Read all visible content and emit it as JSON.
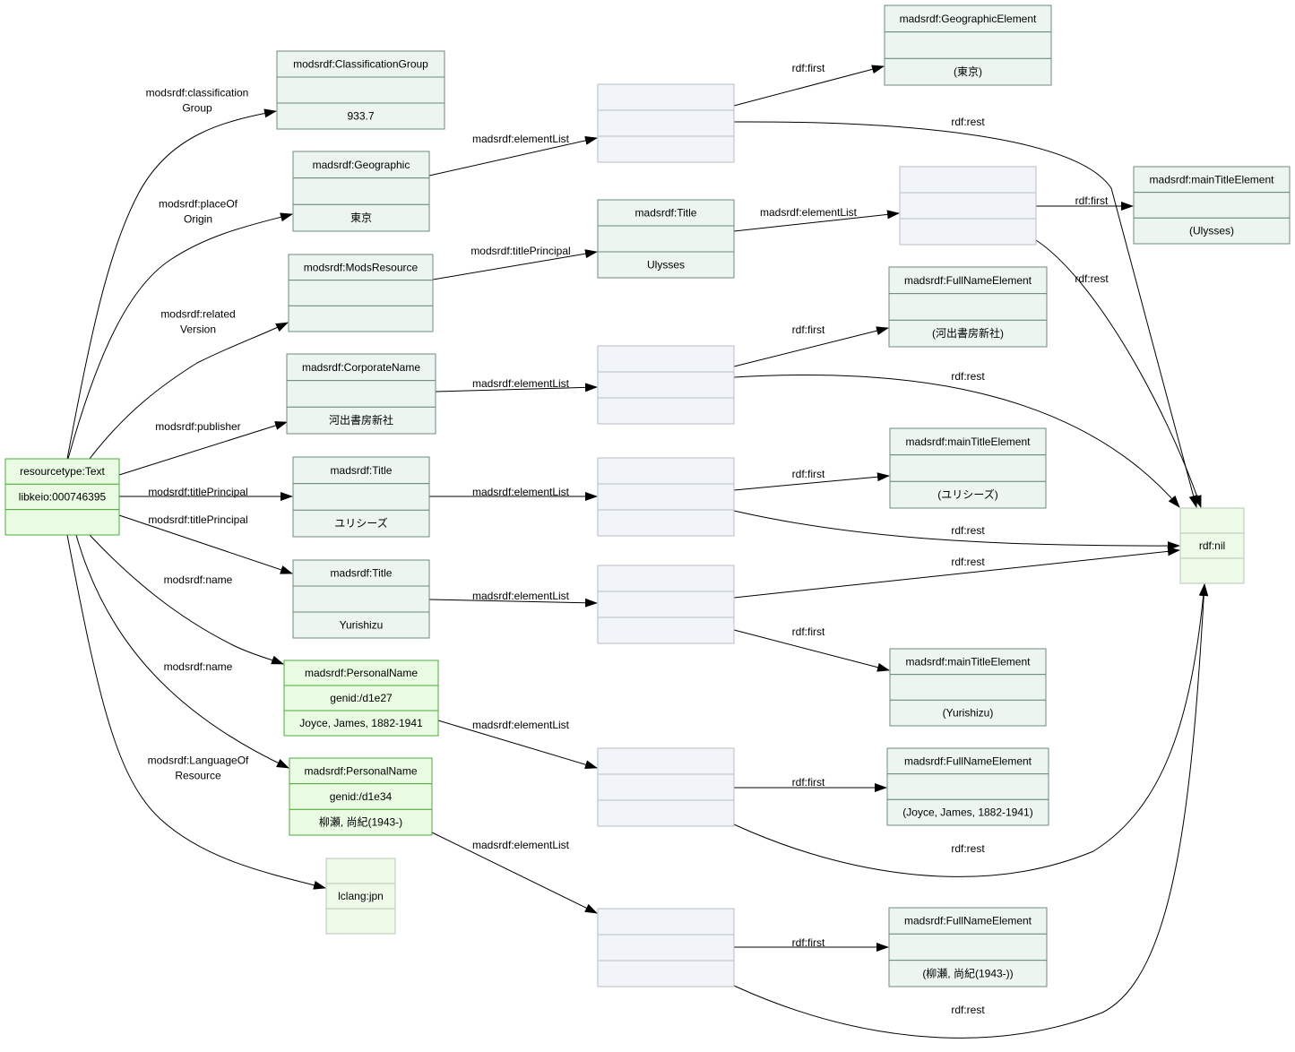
{
  "theme": {
    "green_fill": "#e9fbe2",
    "green_stroke": "#4eaa3c",
    "teal_fill": "#edf5f0",
    "teal_stroke": "#6d8b7c",
    "gray_fill": "#f1f5f9",
    "gray_stroke": "#b8bdc3",
    "pale_green_fill": "#eefbe9",
    "pale_green_stroke": "#b8c6b8",
    "edge_color": "#000000"
  },
  "nodes": [
    {
      "id": "root",
      "style": "green",
      "cells": [
        "resourcetype:Text",
        "libkeio:000746395",
        ""
      ]
    },
    {
      "id": "classgroup",
      "style": "teal",
      "cells": [
        "modsrdf:ClassificationGroup",
        "",
        "933.7"
      ]
    },
    {
      "id": "geographic",
      "style": "teal",
      "cells": [
        "madsrdf:Geographic",
        "",
        "東京"
      ]
    },
    {
      "id": "modsresource",
      "style": "teal",
      "cells": [
        "modsrdf:ModsResource",
        "",
        ""
      ]
    },
    {
      "id": "corpname",
      "style": "teal",
      "cells": [
        "madsrdf:CorporateName",
        "",
        "河出書房新社"
      ]
    },
    {
      "id": "title_yu",
      "style": "teal",
      "cells": [
        "madsrdf:Title",
        "",
        "ユリシーズ"
      ]
    },
    {
      "id": "title_yuri",
      "style": "teal",
      "cells": [
        "madsrdf:Title",
        "",
        "Yurishizu"
      ]
    },
    {
      "id": "pname1",
      "style": "green",
      "cells": [
        "madsrdf:PersonalName",
        "genid:/d1e27",
        "Joyce, James, 1882-1941"
      ]
    },
    {
      "id": "pname2",
      "style": "green",
      "cells": [
        "madsrdf:PersonalName",
        "genid:/d1e34",
        "柳瀬, 尚紀(1943-)"
      ]
    },
    {
      "id": "lang",
      "style": "pale",
      "cells": [
        "",
        "lclang:jpn",
        ""
      ]
    },
    {
      "id": "list_geo",
      "style": "gray",
      "cells": [
        "",
        "",
        ""
      ]
    },
    {
      "id": "title_ulysses",
      "style": "teal",
      "cells": [
        "madsrdf:Title",
        "",
        "Ulysses"
      ]
    },
    {
      "id": "list_ulysses",
      "style": "gray",
      "cells": [
        "",
        "",
        ""
      ]
    },
    {
      "id": "list_corp",
      "style": "gray",
      "cells": [
        "",
        "",
        ""
      ]
    },
    {
      "id": "list_yu",
      "style": "gray",
      "cells": [
        "",
        "",
        ""
      ]
    },
    {
      "id": "list_yuri",
      "style": "gray",
      "cells": [
        "",
        "",
        ""
      ]
    },
    {
      "id": "list_p1",
      "style": "gray",
      "cells": [
        "",
        "",
        ""
      ]
    },
    {
      "id": "list_p2",
      "style": "gray",
      "cells": [
        "",
        "",
        ""
      ]
    },
    {
      "id": "geo_elem",
      "style": "teal",
      "cells": [
        "madsrdf:GeographicElement",
        "",
        "(東京)"
      ]
    },
    {
      "id": "mte_ulysses",
      "style": "teal",
      "cells": [
        "madsrdf:mainTitleElement",
        "",
        "(Ulysses)"
      ]
    },
    {
      "id": "fne_corp",
      "style": "teal",
      "cells": [
        "madsrdf:FullNameElement",
        "",
        "(河出書房新社)"
      ]
    },
    {
      "id": "mte_yu",
      "style": "teal",
      "cells": [
        "madsrdf:mainTitleElement",
        "",
        "(ユリシーズ)"
      ]
    },
    {
      "id": "mte_yuri",
      "style": "teal",
      "cells": [
        "madsrdf:mainTitleElement",
        "",
        "(Yurishizu)"
      ]
    },
    {
      "id": "fne_p1",
      "style": "teal",
      "cells": [
        "madsrdf:FullNameElement",
        "",
        "(Joyce, James, 1882-1941)"
      ]
    },
    {
      "id": "fne_p2",
      "style": "teal",
      "cells": [
        "madsrdf:FullNameElement",
        "",
        "(柳瀬, 尚紀(1943-))"
      ]
    },
    {
      "id": "nil",
      "style": "pale",
      "cells": [
        "",
        "rdf:nil",
        ""
      ]
    }
  ],
  "edges": [
    {
      "id": "e1",
      "label": [
        "modsrdf:classification",
        "Group"
      ]
    },
    {
      "id": "e2",
      "label": [
        "modsrdf:placeOf",
        "Origin"
      ]
    },
    {
      "id": "e3",
      "label": [
        "modsrdf:related",
        "Version"
      ]
    },
    {
      "id": "e4",
      "label": [
        "modsrdf:publisher"
      ]
    },
    {
      "id": "e5",
      "label": [
        "modsrdf:titlePrincipal"
      ]
    },
    {
      "id": "e6",
      "label": [
        "modsrdf:titlePrincipal"
      ]
    },
    {
      "id": "e7",
      "label": [
        "modsrdf:name"
      ]
    },
    {
      "id": "e8",
      "label": [
        "modsrdf:name"
      ]
    },
    {
      "id": "e9",
      "label": [
        "modsrdf:LanguageOf",
        "Resource"
      ]
    },
    {
      "id": "e10",
      "label": [
        "madsrdf:elementList"
      ]
    },
    {
      "id": "e11",
      "label": [
        "modsrdf:titlePrincipal"
      ]
    },
    {
      "id": "e12",
      "label": [
        "madsrdf:elementList"
      ]
    },
    {
      "id": "e13",
      "label": [
        "madsrdf:elementList"
      ]
    },
    {
      "id": "e14",
      "label": [
        "madsrdf:elementList"
      ]
    },
    {
      "id": "e15",
      "label": [
        "madsrdf:elementList"
      ]
    },
    {
      "id": "e16",
      "label": [
        "madsrdf:elementList"
      ]
    },
    {
      "id": "e17",
      "label": [
        "madsrdf:elementList"
      ]
    },
    {
      "id": "e18",
      "label": [
        "rdf:first"
      ]
    },
    {
      "id": "e19",
      "label": [
        "rdf:rest"
      ]
    },
    {
      "id": "e20",
      "label": [
        "rdf:first"
      ]
    },
    {
      "id": "e21",
      "label": [
        "rdf:rest"
      ]
    },
    {
      "id": "e22",
      "label": [
        "rdf:first"
      ]
    },
    {
      "id": "e23",
      "label": [
        "rdf:rest"
      ]
    },
    {
      "id": "e24",
      "label": [
        "rdf:first"
      ]
    },
    {
      "id": "e25",
      "label": [
        "rdf:rest"
      ]
    },
    {
      "id": "e26",
      "label": [
        "rdf:rest"
      ]
    },
    {
      "id": "e27",
      "label": [
        "rdf:first"
      ]
    },
    {
      "id": "e28",
      "label": [
        "rdf:first"
      ]
    },
    {
      "id": "e29",
      "label": [
        "rdf:rest"
      ]
    },
    {
      "id": "e30",
      "label": [
        "rdf:first"
      ]
    },
    {
      "id": "e31",
      "label": [
        "rdf:rest"
      ]
    }
  ]
}
